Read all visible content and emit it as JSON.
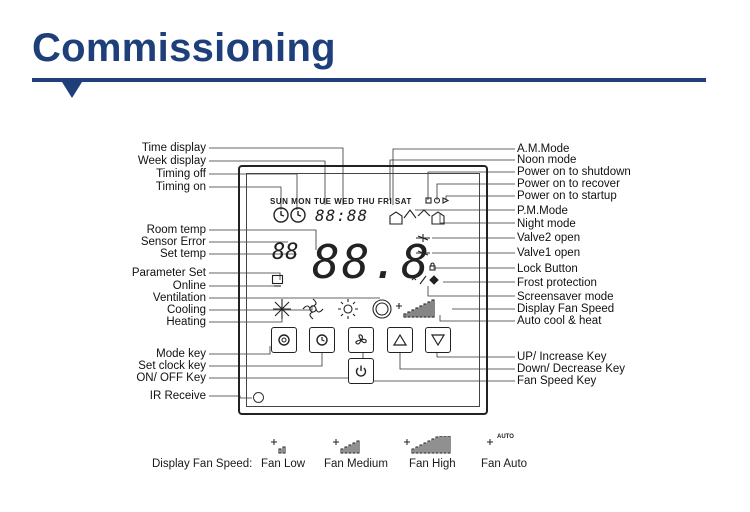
{
  "page": {
    "title": "Commissioning"
  },
  "labels_left": [
    "Time display",
    "Week display",
    "Timing off",
    "Timing on",
    "Room temp",
    "Sensor Error",
    "Set temp",
    "Parameter Set",
    "Online",
    "Ventilation",
    "Cooling",
    "Heating",
    "Mode key",
    "Set clock key",
    "ON/ OFF Key",
    "IR Receive"
  ],
  "labels_right": [
    "A.M.Mode",
    "Noon mode",
    "Power on to shutdown",
    "Power on to recover",
    "Power on to startup",
    "P.M.Mode",
    "Night mode",
    "Valve2 open",
    "Valve1 open",
    "Lock Button",
    "Frost protection",
    "Screensaver mode",
    "Display Fan Speed",
    "Auto cool & heat",
    "UP/ Increase Key",
    "Down/ Decrease Key",
    "Fan Speed Key"
  ],
  "display": {
    "week_days": "SUN MON TUE WED THU FRI SAT",
    "clock_digits": "88:88",
    "small_digits": "88",
    "big_digits": "88.8"
  },
  "legend": {
    "caption": "Display Fan Speed:",
    "items": [
      "Fan Low",
      "Fan Medium",
      "Fan High",
      "Fan Auto"
    ],
    "auto_tag": "AUTO"
  },
  "icons": {
    "mode_key": "mode-icon",
    "clock_key": "clock-icon",
    "fan_key": "fan-icon",
    "up_key": "up-arrow-icon",
    "down_key": "down-arrow-icon",
    "power_key": "power-icon"
  },
  "colors": {
    "title": "#1f3f7a"
  }
}
